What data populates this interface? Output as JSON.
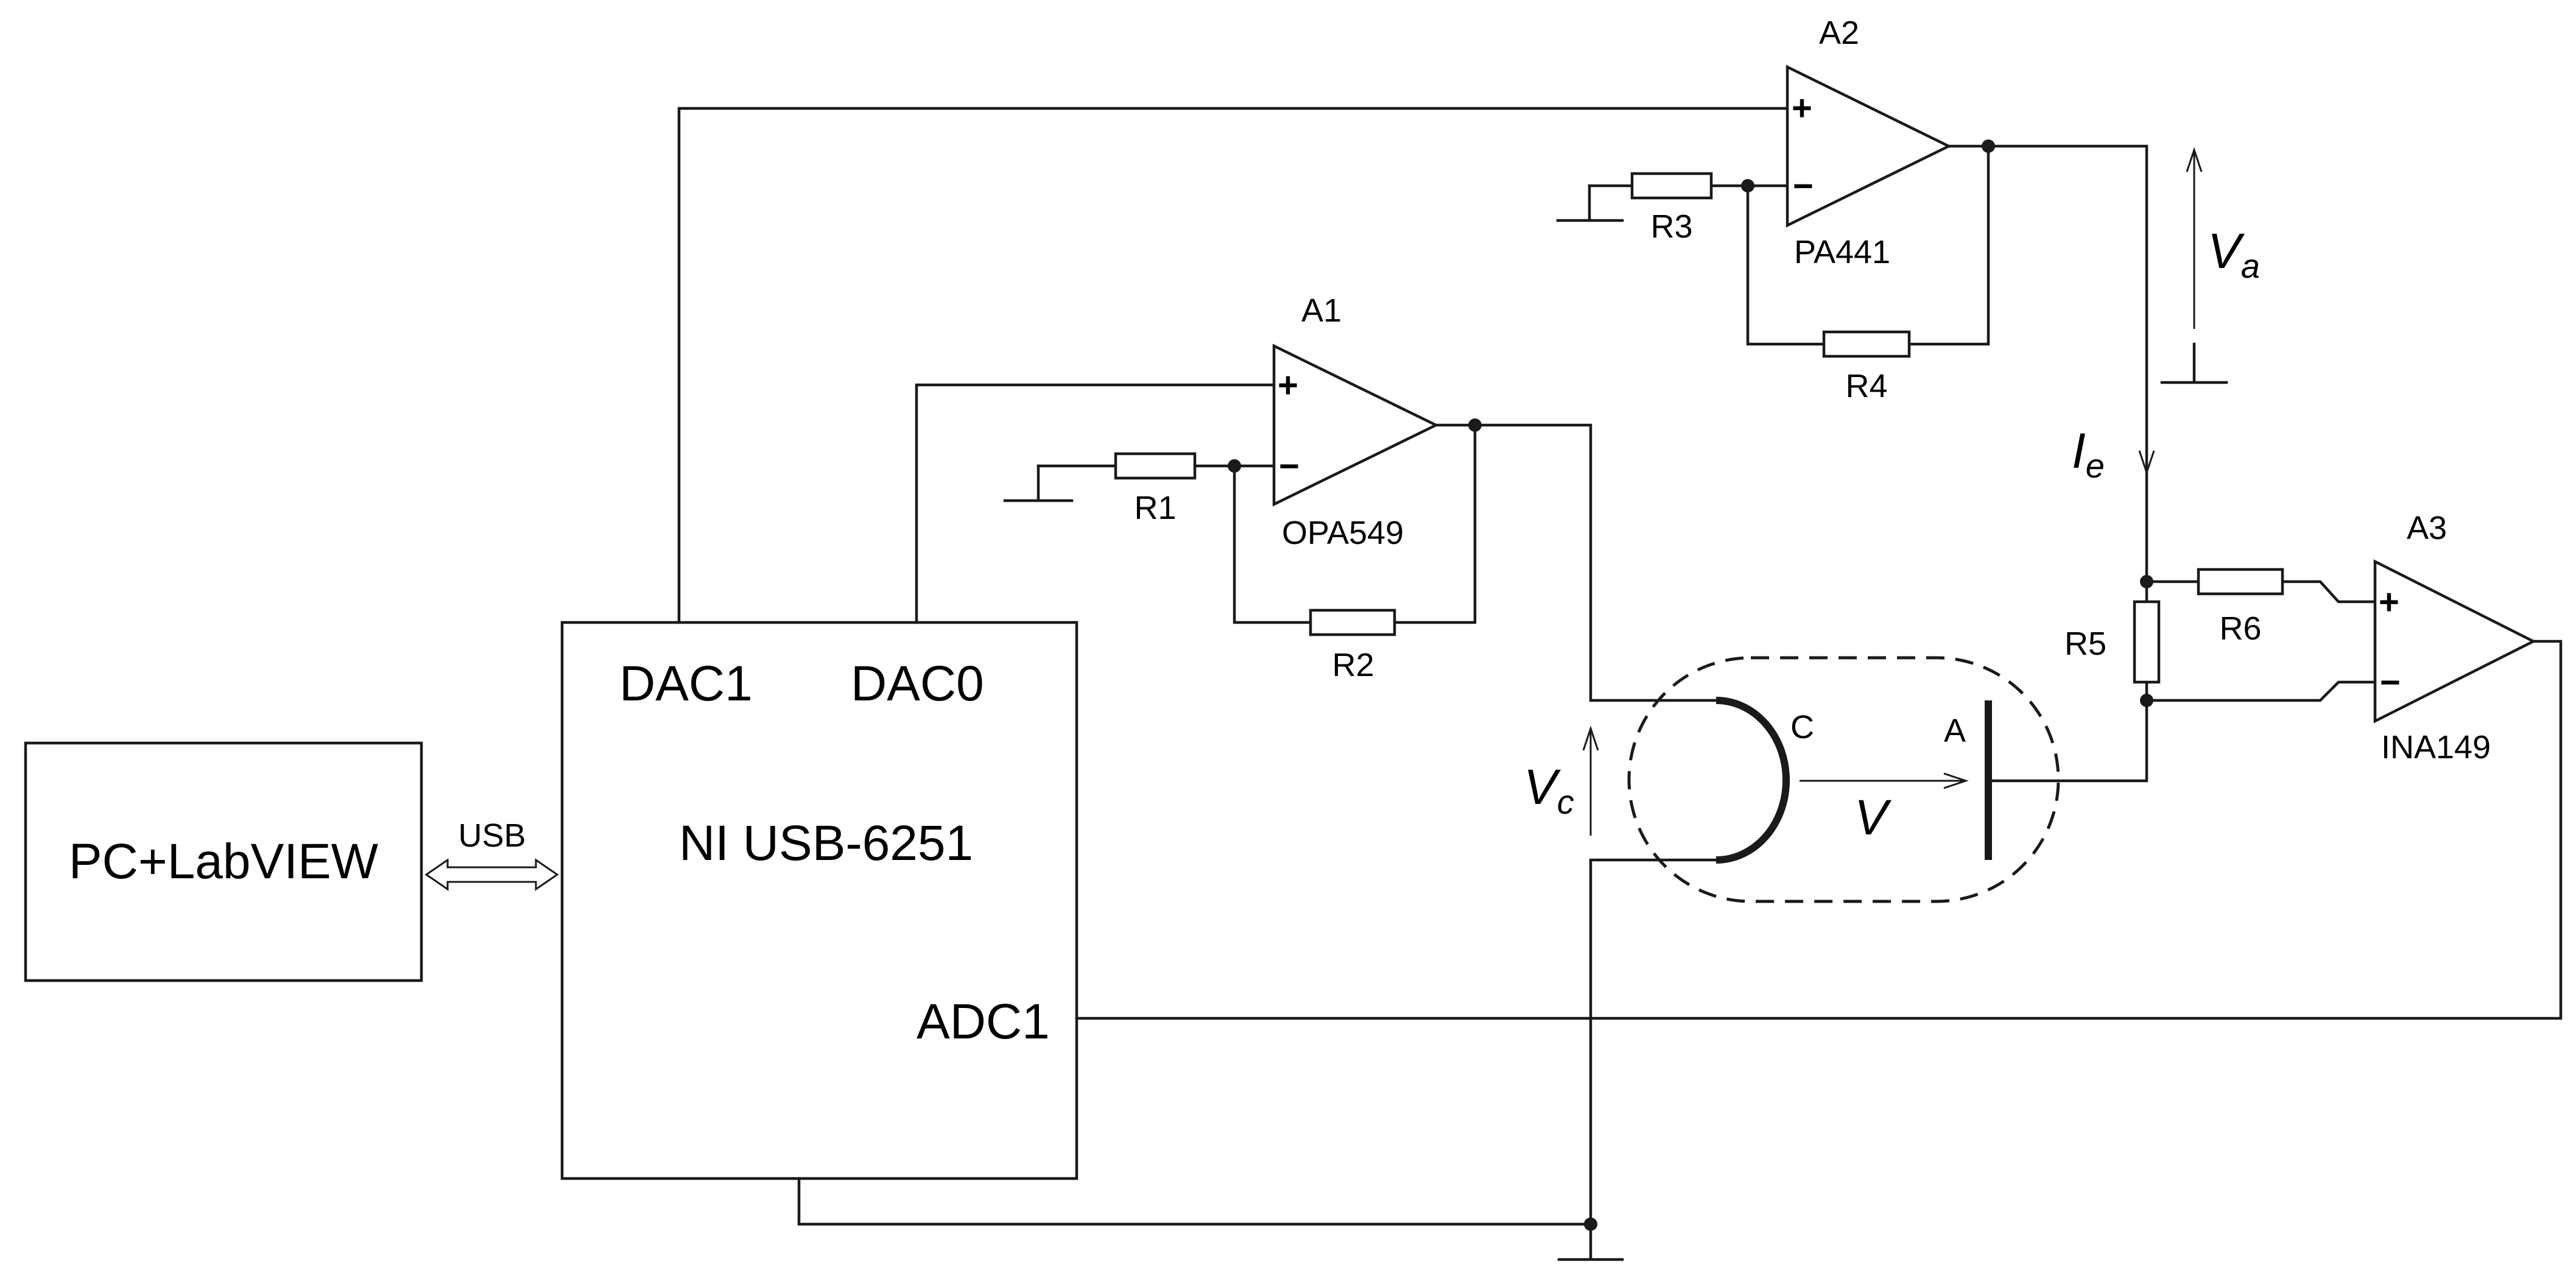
{
  "blocks": {
    "pc": "PC+LabVIEW",
    "usb": "USB",
    "daq": "NI USB-6251",
    "dac1": "DAC1",
    "dac0": "DAC0",
    "adc1": "ADC1"
  },
  "amplifiers": {
    "a1": {
      "ref": "A1",
      "part": "OPA549"
    },
    "a2": {
      "ref": "A2",
      "part": "PA441"
    },
    "a3": {
      "ref": "A3",
      "part": "INA149"
    }
  },
  "resistors": {
    "r1": "R1",
    "r2": "R2",
    "r3": "R3",
    "r4": "R4",
    "r5": "R5",
    "r6": "R6"
  },
  "tube": {
    "cathode": "C",
    "anode": "A",
    "v_main": "V",
    "v_c_main": "V",
    "v_c_sub": "c",
    "v_a_main": "V",
    "v_a_sub": "a",
    "i_e_main": "I",
    "i_e_sub": "e"
  },
  "signs": {
    "plus": "+",
    "minus": "−"
  }
}
